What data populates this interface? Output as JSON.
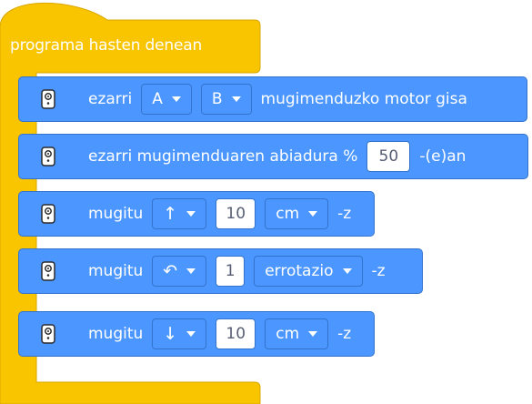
{
  "colors": {
    "event_yellow": "#f9c400",
    "event_border": "#d9a700",
    "motion_blue": "#4c97ff",
    "motion_border": "#3373cc",
    "field_text": "#575e75"
  },
  "hat": {
    "label": "programa hasten denean"
  },
  "blocks": [
    {
      "icon": "motor-pair-icon",
      "text1": "ezarri",
      "port_a": "A",
      "port_b": "B",
      "text2": "mugimenduzko motor gisa"
    },
    {
      "icon": "motor-pair-icon",
      "text1": "ezarri mugimenduaren abiadura %",
      "value": "50",
      "text2": "-(e)an"
    },
    {
      "icon": "motor-pair-icon",
      "text1": "mugitu",
      "direction": "↑",
      "direction_name": "forward-arrow-icon",
      "value": "10",
      "unit": "cm",
      "suffix": "-z"
    },
    {
      "icon": "motor-pair-icon",
      "text1": "mugitu",
      "direction": "↶",
      "direction_name": "turn-left-arrow-icon",
      "value": "1",
      "unit": "errotazio",
      "suffix": "-z"
    },
    {
      "icon": "motor-pair-icon",
      "text1": "mugitu",
      "direction": "↓",
      "direction_name": "backward-arrow-icon",
      "value": "10",
      "unit": "cm",
      "suffix": "-z"
    }
  ]
}
